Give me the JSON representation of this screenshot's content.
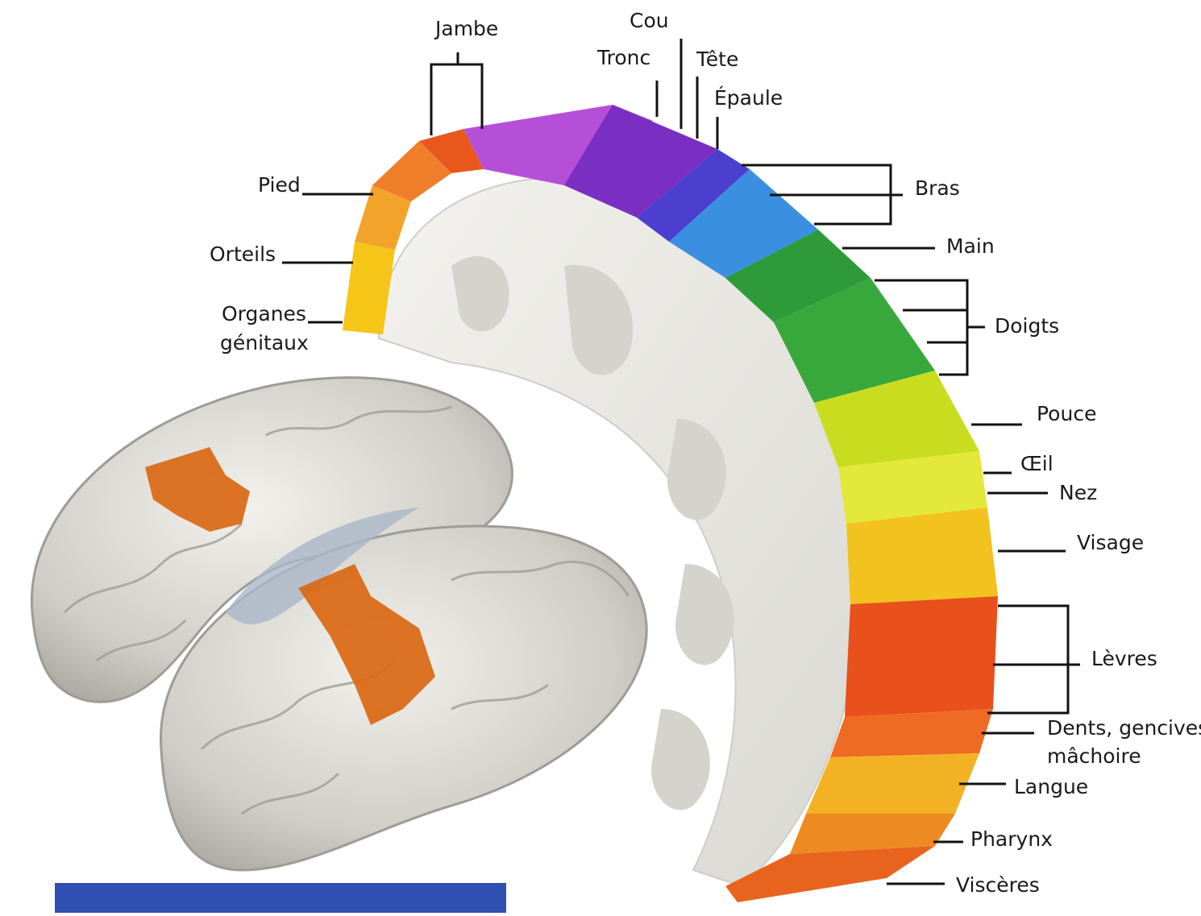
{
  "labels": {
    "jambe": "Jambe",
    "cou": "Cou",
    "tronc": "Tronc",
    "tete": "Tête",
    "epaule": "Épaule",
    "bras": "Bras",
    "main": "Main",
    "doigts": "Doigts",
    "pouce": "Pouce",
    "oeil": "Œil",
    "nez": "Nez",
    "visage": "Visage",
    "levres": "Lèvres",
    "dents_line1": "Dents, gencives",
    "dents_line2": "mâchoire",
    "langue": "Langue",
    "pharynx": "Pharynx",
    "visceres": "Viscères",
    "pied": "Pied",
    "orteils": "Orteils",
    "organes_line1": "Organes",
    "organes_line2": "génitaux"
  },
  "colors": {
    "orange": "#e8581c",
    "yellow": "#f2c21e",
    "purple": "#8a35c9",
    "blue": "#3a8fe0",
    "green": "#2f9a3a",
    "lime": "#d9e21f",
    "cortex_white": "#e9e7df",
    "brain_gray": "#c9c7c0",
    "highlight_orange": "#d9650e",
    "bar_blue": "#2f4fb2"
  }
}
